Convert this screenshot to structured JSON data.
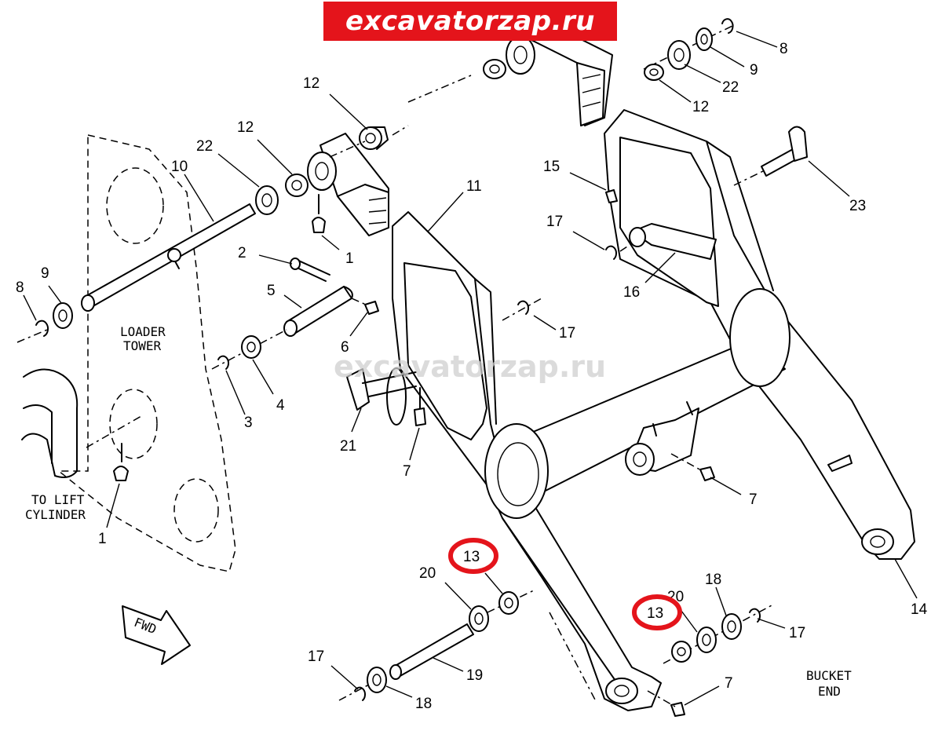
{
  "banner": {
    "text": "excavatorzap.ru"
  },
  "watermark": {
    "text": "excavatorzap.ru"
  },
  "highlight_color": "#e4141b",
  "labels": {
    "loader_tower": [
      "LOADER",
      "TOWER"
    ],
    "to_lift_cylinder": [
      "TO LIFT",
      "CYLINDER"
    ],
    "bucket_end": [
      "BUCKET",
      "END"
    ],
    "fwd": "FWD"
  },
  "callouts": {
    "c8_top": "8",
    "c9_top": "9",
    "c22_top": "22",
    "c12_top": "12",
    "c12_a": "12",
    "c12_b": "12",
    "c22_left": "22",
    "c10": "10",
    "c9_left": "9",
    "c8_left": "8",
    "c1_top": "1",
    "c2": "2",
    "c5": "5",
    "c6": "6",
    "c4": "4",
    "c3": "3",
    "c21": "21",
    "c7_mid": "7",
    "c11": "11",
    "c15": "15",
    "c23": "23",
    "c17_a": "17",
    "c16": "16",
    "c17_b": "17",
    "c7_right": "7",
    "c1_bottom": "1",
    "c14": "14",
    "c13_left": "13",
    "c20_left": "20",
    "c13_right": "13",
    "c20_right": "20",
    "c18_right": "18",
    "c17_right": "17",
    "c17_left": "17",
    "c19": "19",
    "c18_left": "18",
    "c7_bottom": "7"
  }
}
